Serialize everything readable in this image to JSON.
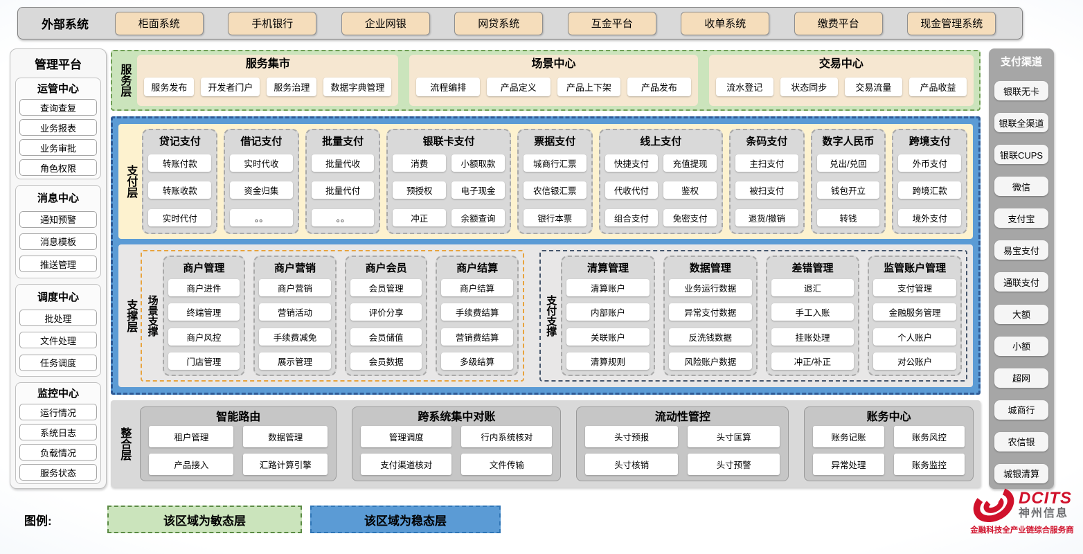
{
  "external_systems": {
    "label": "外部系统",
    "items": [
      "柜面系统",
      "手机银行",
      "企业网银",
      "网贷系统",
      "互金平台",
      "收单系统",
      "缴费平台",
      "现金管理系统"
    ]
  },
  "management_platform": {
    "title": "管理平台",
    "groups": [
      {
        "title": "运管中心",
        "items": [
          "查询查复",
          "业务报表",
          "业务审批",
          "角色权限"
        ]
      },
      {
        "title": "消息中心",
        "items": [
          "通知预警",
          "消息模板",
          "推送管理"
        ]
      },
      {
        "title": "调度中心",
        "items": [
          "批处理",
          "文件处理",
          "任务调度"
        ]
      },
      {
        "title": "监控中心",
        "items": [
          "运行情况",
          "系统日志",
          "负载情况",
          "服务状态"
        ]
      }
    ]
  },
  "service_layer": {
    "label": "服务层",
    "groups": [
      {
        "title": "服务集市",
        "items": [
          "服务发布",
          "开发者门户",
          "服务治理",
          "数据字典管理"
        ]
      },
      {
        "title": "场景中心",
        "items": [
          "流程编排",
          "产品定义",
          "产品上下架",
          "产品发布"
        ]
      },
      {
        "title": "交易中心",
        "items": [
          "流水登记",
          "状态同步",
          "交易流量",
          "产品收益"
        ]
      }
    ]
  },
  "payment_layer": {
    "label": "支付层",
    "columns": [
      {
        "title": "贷记支付",
        "items": [
          "转账付款",
          "转账收款",
          "实时代付"
        ]
      },
      {
        "title": "借记支付",
        "items": [
          "实时代收",
          "资金归集",
          "。。"
        ]
      },
      {
        "title": "批量支付",
        "items": [
          "批量代收",
          "批量代付",
          "。。"
        ]
      },
      {
        "title": "银联卡支付",
        "items": [
          "消费",
          "小额取款",
          "预授权",
          "电子现金",
          "冲正",
          "余额查询"
        ]
      },
      {
        "title": "票据支付",
        "items": [
          "城商行汇票",
          "农信银汇票",
          "银行本票"
        ]
      },
      {
        "title": "线上支付",
        "items": [
          "快捷支付",
          "充值提现",
          "代收代付",
          "鉴权",
          "组合支付",
          "免密支付"
        ]
      },
      {
        "title": "条码支付",
        "items": [
          "主扫支付",
          "被扫支付",
          "退货/撤销"
        ]
      },
      {
        "title": "数字人民币",
        "items": [
          "兑出/兑回",
          "钱包开立",
          "转钱"
        ]
      },
      {
        "title": "跨境支付",
        "items": [
          "外币支付",
          "跨境汇款",
          "境外支付"
        ]
      }
    ]
  },
  "support_layer": {
    "label": "支撑层",
    "sections": [
      {
        "label": "场景支撑",
        "columns": [
          {
            "title": "商户管理",
            "items": [
              "商户进件",
              "终端管理",
              "商户风控",
              "门店管理"
            ]
          },
          {
            "title": "商户营销",
            "items": [
              "商户营销",
              "营销活动",
              "手续费减免",
              "展示管理"
            ]
          },
          {
            "title": "商户会员",
            "items": [
              "会员管理",
              "评价分享",
              "会员储值",
              "会员数据"
            ]
          },
          {
            "title": "商户结算",
            "items": [
              "商户结算",
              "手续费结算",
              "营销费结算",
              "多级结算"
            ]
          }
        ]
      },
      {
        "label": "支付支撑",
        "columns": [
          {
            "title": "清算管理",
            "items": [
              "清算账户",
              "内部账户",
              "关联账户",
              "清算规则"
            ]
          },
          {
            "title": "数据管理",
            "items": [
              "业务运行数据",
              "异常支付数据",
              "反洗钱数据",
              "风险账户数据"
            ]
          },
          {
            "title": "差错管理",
            "items": [
              "退汇",
              "手工入账",
              "挂账处理",
              "冲正/补正"
            ]
          },
          {
            "title": "监管账户管理",
            "items": [
              "支付管理",
              "金融服务管理",
              "个人账户",
              "对公账户"
            ]
          }
        ]
      }
    ]
  },
  "integration_layer": {
    "label": "整合层",
    "groups": [
      {
        "title": "智能路由",
        "items": [
          "租户管理",
          "数据管理",
          "产品接入",
          "汇路计算引擎"
        ]
      },
      {
        "title": "跨系统集中对账",
        "items": [
          "管理调度",
          "行内系统核对",
          "支付渠道核对",
          "文件传输"
        ]
      },
      {
        "title": "流动性管控",
        "items": [
          "头寸预报",
          "头寸匡算",
          "头寸核销",
          "头寸预警"
        ]
      },
      {
        "title": "账务中心",
        "items": [
          "账务记账",
          "账务风控",
          "异常处理",
          "账务监控"
        ]
      }
    ]
  },
  "payment_channels": {
    "title": "支付渠道",
    "items": [
      "银联无卡",
      "银联全渠道",
      "银联CUPS",
      "微信",
      "支付宝",
      "易宝支付",
      "通联支付",
      "大额",
      "小额",
      "超网",
      "城商行",
      "农信银",
      "城银清算"
    ]
  },
  "legend": {
    "label": "图例:",
    "agile_label": "该区域为敏态层",
    "stable_label": "该区域为稳态层"
  },
  "logo": {
    "brand": "DCITS",
    "company": "神州信息",
    "tagline": "金融科技全产业链综合服务商"
  },
  "colors": {
    "agile_green": "#cbe4bc",
    "stable_blue": "#5b9bd5",
    "payment_cream": "#fdf2cf",
    "panel_gray": "#d9d9d9",
    "tan_button": "#f5ddbb",
    "brand_red": "#d0112b"
  }
}
